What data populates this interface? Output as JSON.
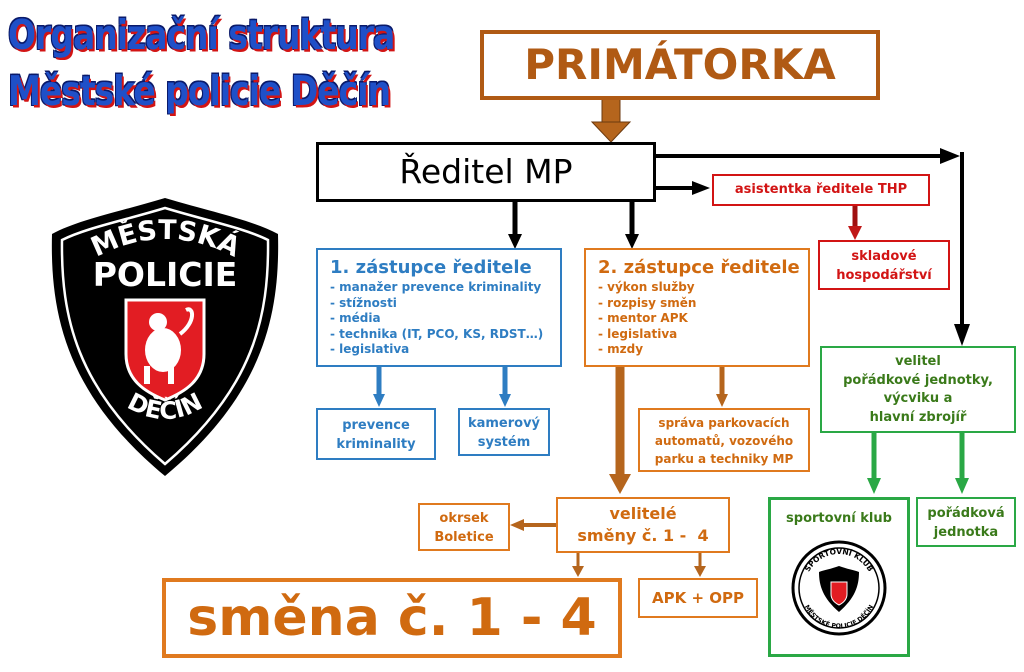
{
  "title": {
    "line1": "Organizační struktura",
    "line2": "Městské policie Děčín"
  },
  "badge": {
    "top_text": "MĚSTSKÁ",
    "middle_text": "POLICIE",
    "bottom_text": "DĚČÍN"
  },
  "nodes": {
    "primatorka": "PRIMÁTORKA",
    "reditel": "Ředitel MP",
    "asistentka": "asistentka ředitele THP",
    "sklad": [
      "skladové",
      "hospodářství"
    ],
    "zast1": {
      "title": "1. zástupce ředitele",
      "items": [
        "- manažer prevence kriminality",
        "- stížnosti",
        "- média",
        "- technika (IT, PCO, KS, RDST…)",
        "- legislativa"
      ]
    },
    "zast2": {
      "title": "2. zástupce ředitele",
      "items": [
        "- výkon služby",
        "- rozpisy směn",
        "- mentor APK",
        "- legislativa",
        "- mzdy"
      ]
    },
    "prevence": [
      "prevence",
      "kriminality"
    ],
    "kamery": [
      "kamerový",
      "systém"
    ],
    "sprava": [
      "správa parkovacích",
      "automatů, vozového",
      "parku a techniky MP"
    ],
    "velitel_pj": [
      "velitel",
      "pořádkové jednotky,",
      "výcviku a",
      "hlavní zbrojíř"
    ],
    "velitele": [
      "velitelé",
      "směny č. 1 -  4"
    ],
    "okrsek": [
      "okrsek",
      "Boletice"
    ],
    "smena": "směna č. 1 - 4",
    "apk": "APK + OPP",
    "sport": "sportovní klub",
    "sport_logo": {
      "top": "SPORTOVNÍ KLUB",
      "bottom": "MĚSTSKÉ POLICIE DĚČÍN"
    },
    "poradkova": [
      "pořádková",
      "jednotka"
    ]
  },
  "colors": {
    "blue_title": "#1f50c8",
    "brown": "#b05a14",
    "brown_arrow": "#b5651d",
    "red": "#d21414",
    "blue_box": "#2e7dc2",
    "orange": "#e07a1f",
    "orange_text": "#d06a10",
    "green": "#2aa845",
    "green_text": "#3a7a1a"
  }
}
